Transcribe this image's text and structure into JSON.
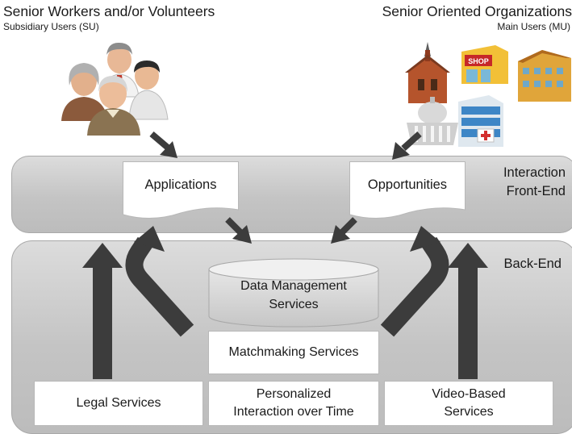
{
  "su": {
    "title": "Senior Workers and/or Volunteers",
    "subtitle": "Subsidiary Users (SU)",
    "icon": "senior-people-icon"
  },
  "mu": {
    "title": "Senior Oriented Organizations",
    "subtitle": "Main Users (MU)",
    "icon": "organization-buildings-icon",
    "shop_sign": "SHOP"
  },
  "frontend": {
    "label_line1": "Interaction",
    "label_line2": "Front-End",
    "applications": "Applications",
    "opportunities": "Opportunities"
  },
  "backend": {
    "label": "Back-End",
    "data_line1": "Data Management",
    "data_line2": "Services",
    "matchmaking": "Matchmaking Services",
    "legal": "Legal Services",
    "personalized_line1": "Personalized",
    "personalized_line2": "Interaction over Time",
    "video_line1": "Video-Based",
    "video_line2": "Services"
  },
  "colors": {
    "band": "#c8c8c8",
    "arrow": "#3c3c3c",
    "box": "#ffffff",
    "text": "#1a1a1a"
  }
}
